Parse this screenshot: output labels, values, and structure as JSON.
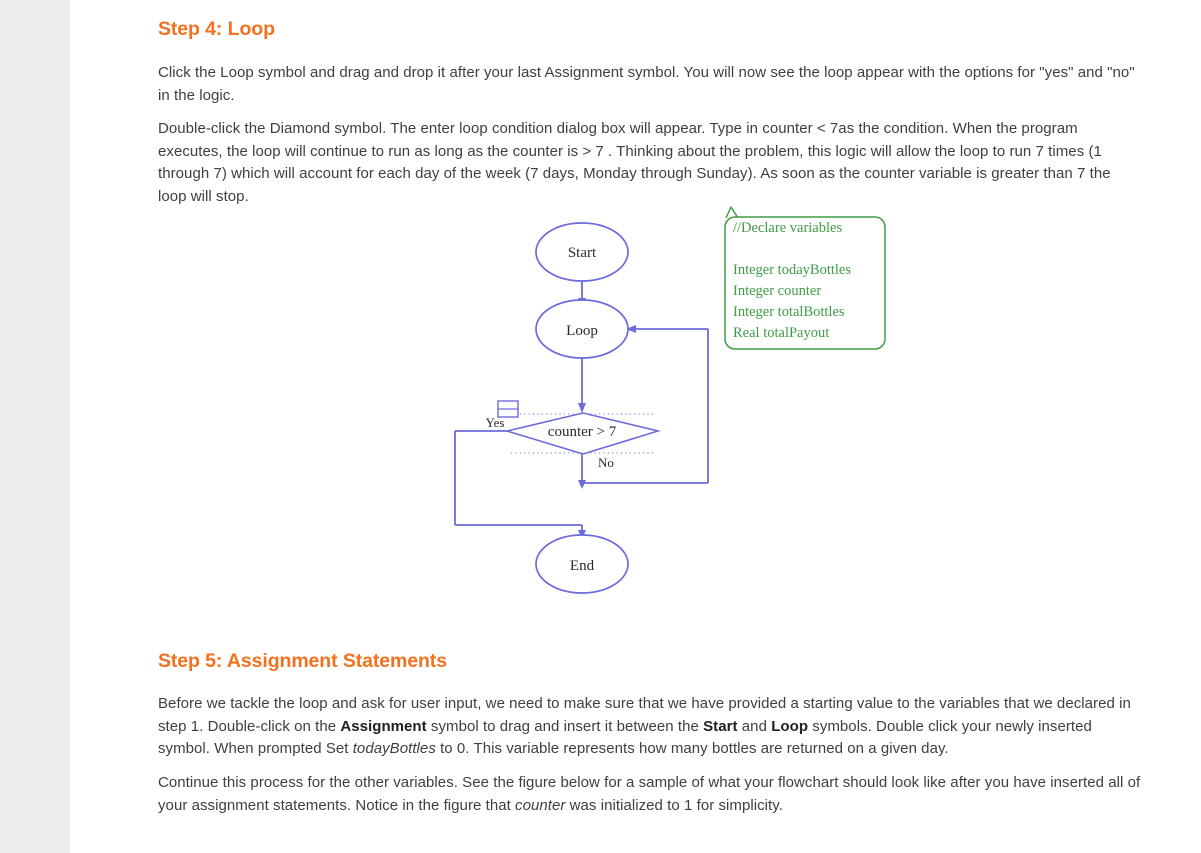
{
  "document": {
    "sections": [
      {
        "heading": "Step 4: Loop",
        "heading_color": "#f4721e"
      },
      {
        "heading": "Step 5: Assignment Statements",
        "heading_color": "#f4721e"
      }
    ],
    "paragraphs": {
      "p1": "Click the Loop symbol and drag and drop it after your last Assignment symbol. You will now see the loop appear with the options for \"yes\" and \"no\" in the logic.",
      "p2": "Double-click the Diamond symbol. The enter loop condition dialog box will appear. Type in counter < 7as the condition. When the program executes, the loop will continue to run as long as the counter is > 7 .  Thinking about the problem, this logic will allow the loop to run 7 times (1 through 7) which will account for each day of the week (7 days, Monday through Sunday). As soon as the counter variable is greater than 7 the loop will stop.",
      "p3_parts": {
        "a": "Before we tackle the loop and ask for user input, we need to make sure that we have provided a starting value to the variables that we declared in step 1. Double-click on the ",
        "b1": "Assignment",
        "c": " symbol to drag and insert it between the ",
        "b2": "Start",
        "d": " and ",
        "b3": "Loop",
        "e": " symbols. Double click your newly inserted symbol. When prompted Set ",
        "i1": "todayBottles",
        "f": " to 0. This variable represents how many bottles are returned on a given day."
      },
      "p4_parts": {
        "a": "Continue this process for the other variables. See the figure below for a sample of what your flowchart should look like after you have inserted all of your assignment statements. Notice in the figure that ",
        "i1": "counter",
        "b": " was initialized to 1 for simplicity."
      }
    }
  },
  "flowchart": {
    "stroke_color": "#6b6bdb",
    "text_color": "#2b2b2b",
    "nodes": [
      {
        "id": "start",
        "type": "oval",
        "label": "Start"
      },
      {
        "id": "loop",
        "type": "oval",
        "label": "Loop"
      },
      {
        "id": "condition",
        "type": "diamond",
        "label": "counter > 7"
      },
      {
        "id": "end",
        "type": "oval",
        "label": "End"
      }
    ],
    "edge_labels": {
      "yes": "Yes",
      "no": "No"
    },
    "badge_icon": "table-icon",
    "comment": {
      "color": "#3f9c45",
      "lines": [
        "//Declare variables",
        "",
        "Integer todayBottles",
        "Integer counter",
        "Integer totalBottles",
        "Real totalPayout"
      ]
    }
  }
}
